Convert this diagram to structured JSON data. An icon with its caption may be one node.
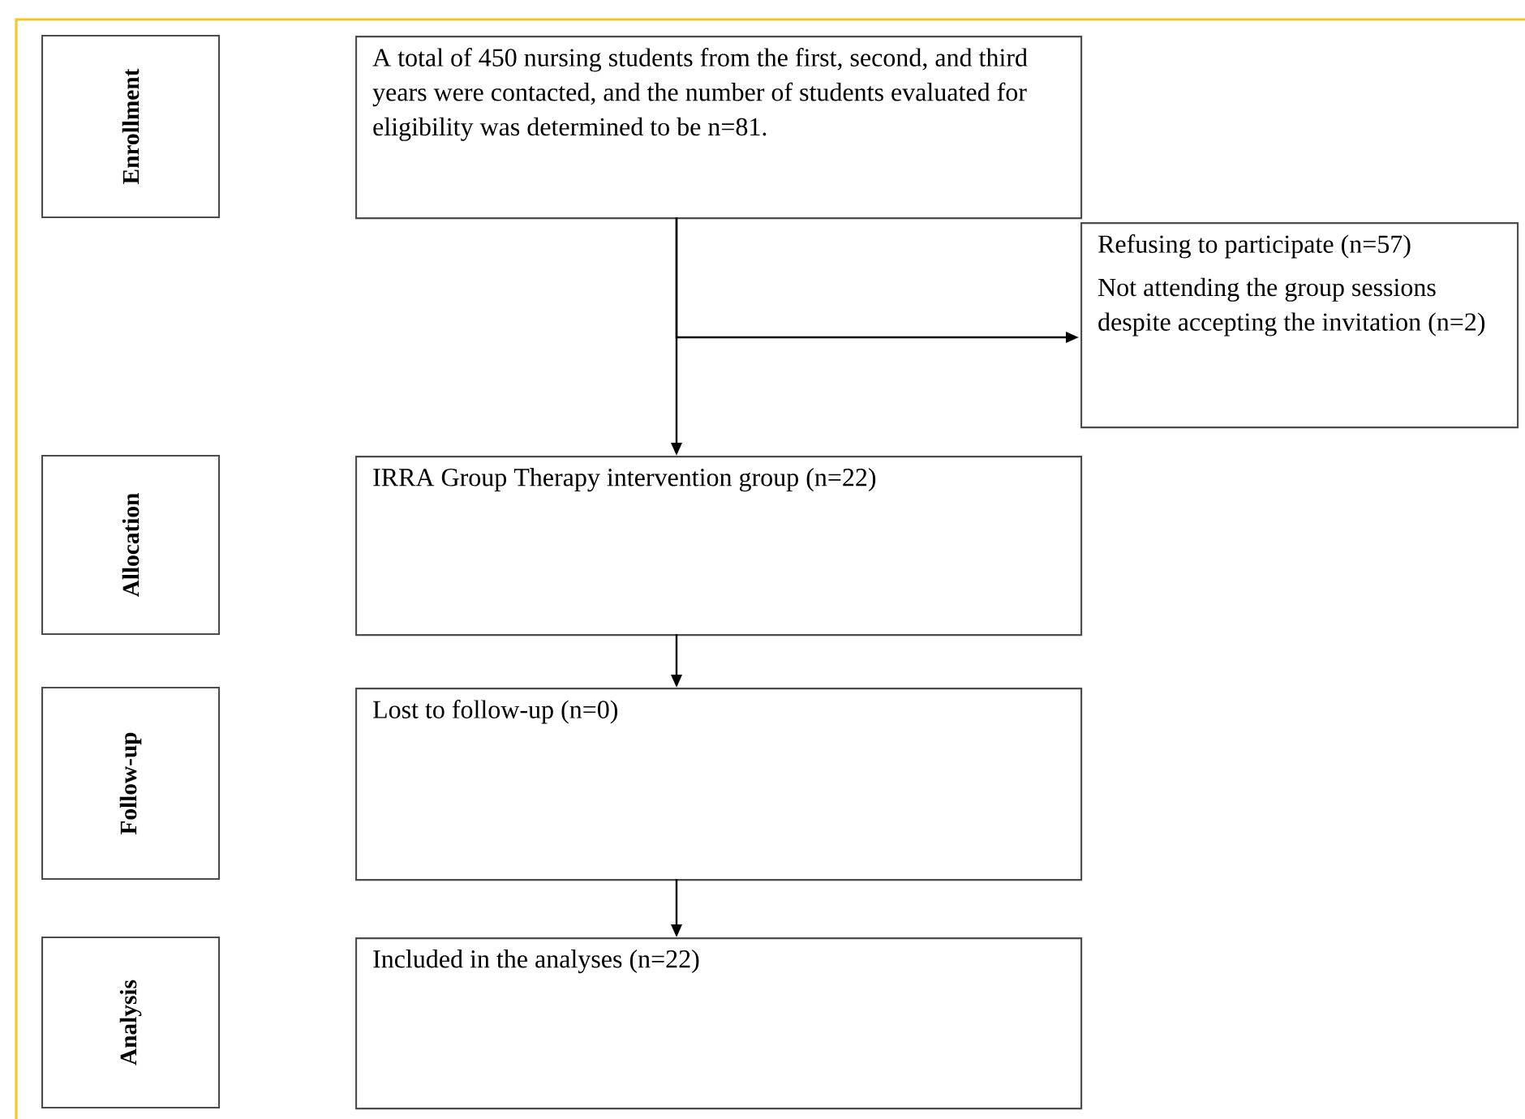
{
  "diagram": {
    "nodes": [
      {
        "text": [
          "Enrollment"
        ]
      },
      {
        "text": [
          "A total of 450 nursing students from the first, second, and third years were contacted, and the number of students evaluated for eligibility was determined to be n=81."
        ]
      },
      {
        "text": [
          "Refusing to participate (n=57)",
          "Not attending the group sessions despite accepting the invitation (n=2)"
        ]
      },
      {
        "text": [
          "Allocation"
        ]
      },
      {
        "text": [
          "IRRA Group Therapy intervention group (n=22)"
        ]
      },
      {
        "text": [
          "Follow-up"
        ]
      },
      {
        "text": [
          "Lost to follow-up (n=0)"
        ]
      },
      {
        "text": [
          "Analysis"
        ]
      },
      {
        "text": [
          "Included in the analyses (n=22)"
        ]
      }
    ],
    "edges": [
      {
        "from": 1,
        "to": 4,
        "arrow": "to"
      },
      {
        "from": 1,
        "to": 2,
        "arrow": "to"
      },
      {
        "from": 4,
        "to": 6,
        "arrow": "to"
      },
      {
        "from": 6,
        "to": 8,
        "arrow": "to"
      }
    ]
  }
}
